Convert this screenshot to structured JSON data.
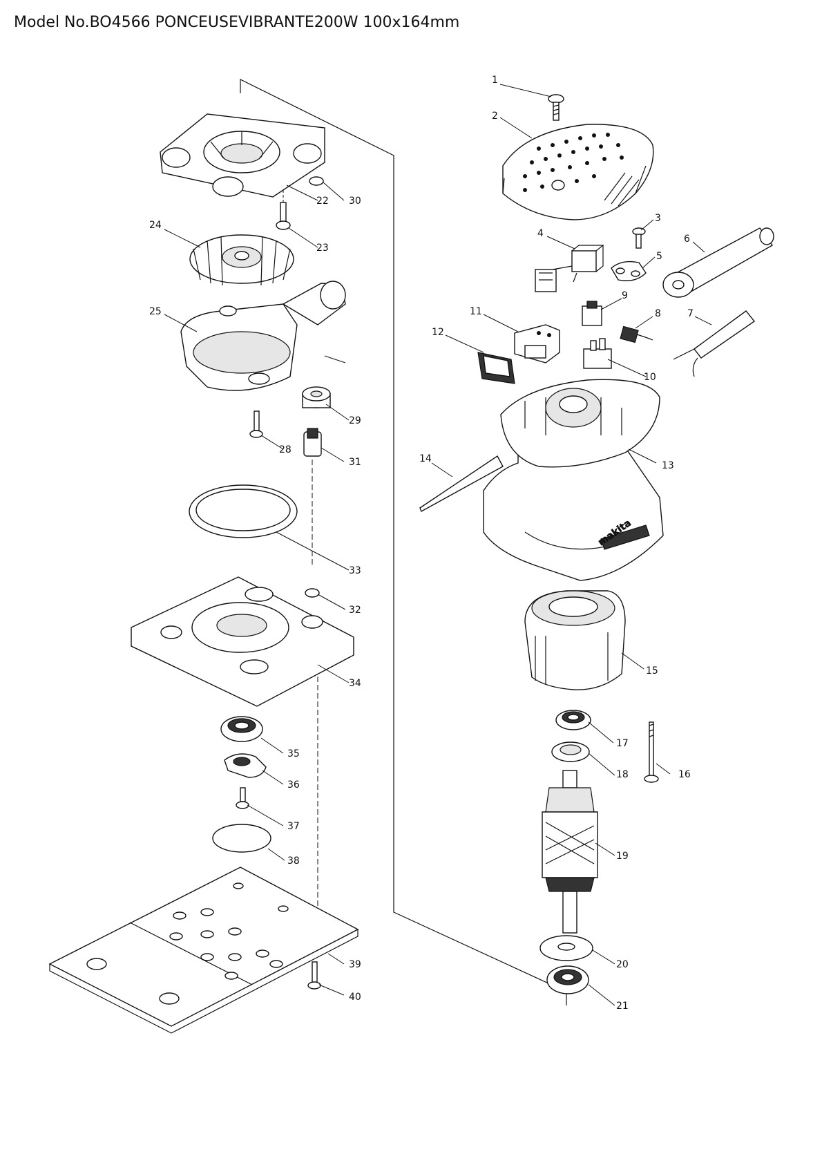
{
  "title": "Model No.BO4566 PONCEUSEVIBRANTE200W 100x164mm",
  "brand_mark": "makita",
  "callouts": [
    {
      "label": "1"
    },
    {
      "label": "2"
    },
    {
      "label": "3"
    },
    {
      "label": "4"
    },
    {
      "label": "5"
    },
    {
      "label": "6"
    },
    {
      "label": "7"
    },
    {
      "label": "8"
    },
    {
      "label": "9"
    },
    {
      "label": "10"
    },
    {
      "label": "11"
    },
    {
      "label": "12"
    },
    {
      "label": "13"
    },
    {
      "label": "14"
    },
    {
      "label": "15"
    },
    {
      "label": "16"
    },
    {
      "label": "17"
    },
    {
      "label": "18"
    },
    {
      "label": "19"
    },
    {
      "label": "20"
    },
    {
      "label": "21"
    },
    {
      "label": "22"
    },
    {
      "label": "23"
    },
    {
      "label": "24"
    },
    {
      "label": "25"
    },
    {
      "label": "28"
    },
    {
      "label": "29"
    },
    {
      "label": "30"
    },
    {
      "label": "31"
    },
    {
      "label": "32"
    },
    {
      "label": "33"
    },
    {
      "label": "34"
    },
    {
      "label": "35"
    },
    {
      "label": "36"
    },
    {
      "label": "37"
    },
    {
      "label": "38"
    },
    {
      "label": "39"
    },
    {
      "label": "40"
    }
  ]
}
